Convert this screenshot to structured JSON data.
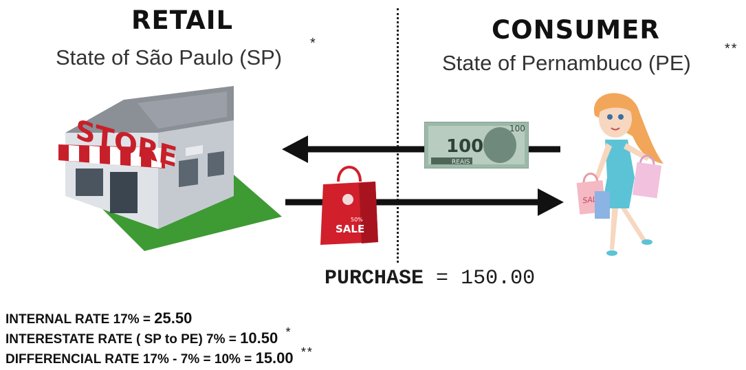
{
  "retail": {
    "title": "RETAIL",
    "subtitle": "State of São Paulo (SP)",
    "marker": "*",
    "store_sign": "STORE"
  },
  "consumer": {
    "title": "CONSUMER",
    "subtitle": "State of Pernambuco (PE)",
    "marker": "**"
  },
  "banknote": {
    "value": "100",
    "currency": "REAIS"
  },
  "bag": {
    "text": "SALE",
    "badge": "50%"
  },
  "consumer_bag": {
    "text": "SALE"
  },
  "purchase": {
    "label": "PURCHASE",
    "equals": "=",
    "value": "150.00"
  },
  "rates": [
    {
      "label": "INTERNAL RATE 17%  =",
      "amount": "25.50",
      "marker": ""
    },
    {
      "label": "INTERESTATE RATE ( SP to PE) 7% =",
      "amount": "10.50",
      "marker": "*"
    },
    {
      "label": "DIFFERENCIAL RATE 17% - 7% = 10% =",
      "amount": "15.00",
      "marker": "**"
    }
  ],
  "colors": {
    "store_red": "#c8202a",
    "store_wall": "#d9dde2",
    "grass": "#3e9a33",
    "banknote": "#8fae9c",
    "bag_red": "#d11f2c",
    "arrow": "#111111"
  }
}
